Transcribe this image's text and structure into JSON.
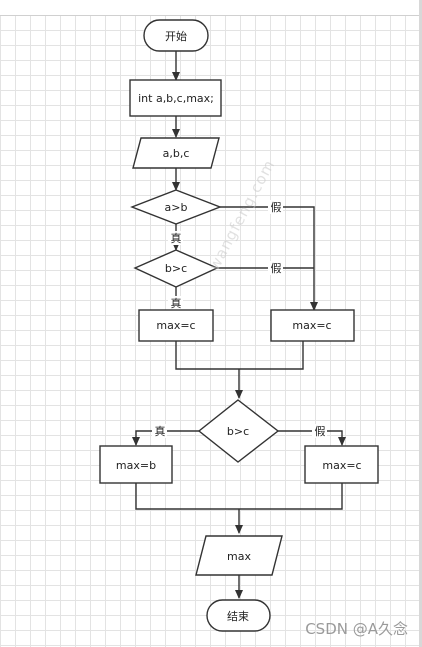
{
  "diagram": {
    "nodes": {
      "start": "开始",
      "decl": "int a,b,c,max;",
      "input": "a,b,c",
      "cond1": "a>b",
      "cond2": "b>c",
      "max_c_left": "max=c",
      "max_c_right": "max=c",
      "cond3": "b>c",
      "max_b": "max=b",
      "max_c_bottom": "max=c",
      "output": "max",
      "end": "结束"
    },
    "edge_labels": {
      "cond1_false": "假",
      "cond1_true": "真",
      "cond2_false": "假",
      "cond2_true": "真",
      "cond3_true": "真",
      "cond3_false": "假"
    }
  },
  "watermark": "wangfeng.com",
  "credit": "CSDN @A久念"
}
